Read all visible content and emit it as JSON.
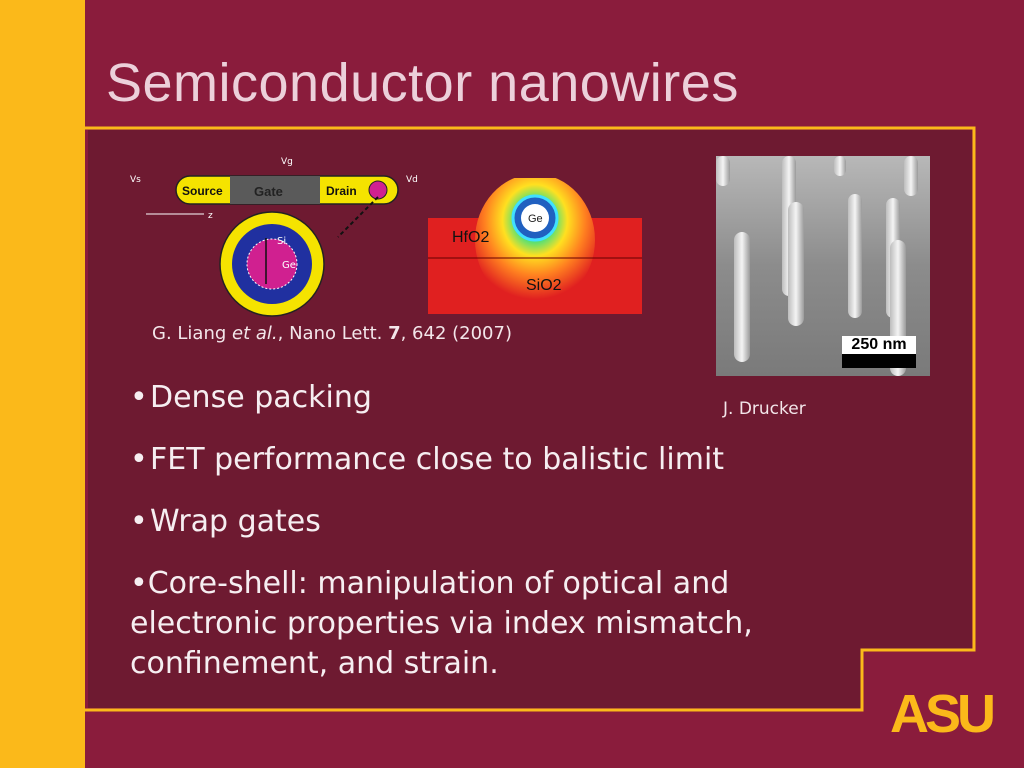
{
  "slide": {
    "title": "Semiconductor nanowires",
    "figure1": {
      "labels": {
        "source": "Source",
        "gate": "Gate",
        "drain": "Drain",
        "vs": "Vs",
        "vg": "Vg",
        "vd": "Vd",
        "z": "z",
        "si": "Si",
        "ge": "Ge",
        "hfo2": "HfO2",
        "sio2": "SiO2",
        "core": "Ge"
      },
      "caption": {
        "authors": "G. Liang",
        "etal": "et al.",
        "journal": ", Nano Lett. ",
        "volume": "7",
        "pages": ", 642 (2007)"
      }
    },
    "figure2": {
      "scale_label": "250 nm",
      "caption": "J. Drucker"
    },
    "bullets": [
      "Dense packing",
      "FET performance close to balistic limit",
      "Wrap gates",
      "Core-shell: manipulation of optical and electronic properties via index mismatch, confinement, and strain."
    ],
    "logo_text": "ASU",
    "colors": {
      "maroon": "#8a1c3c",
      "gold": "#fbb91a",
      "panel": "#6e1a31"
    }
  }
}
